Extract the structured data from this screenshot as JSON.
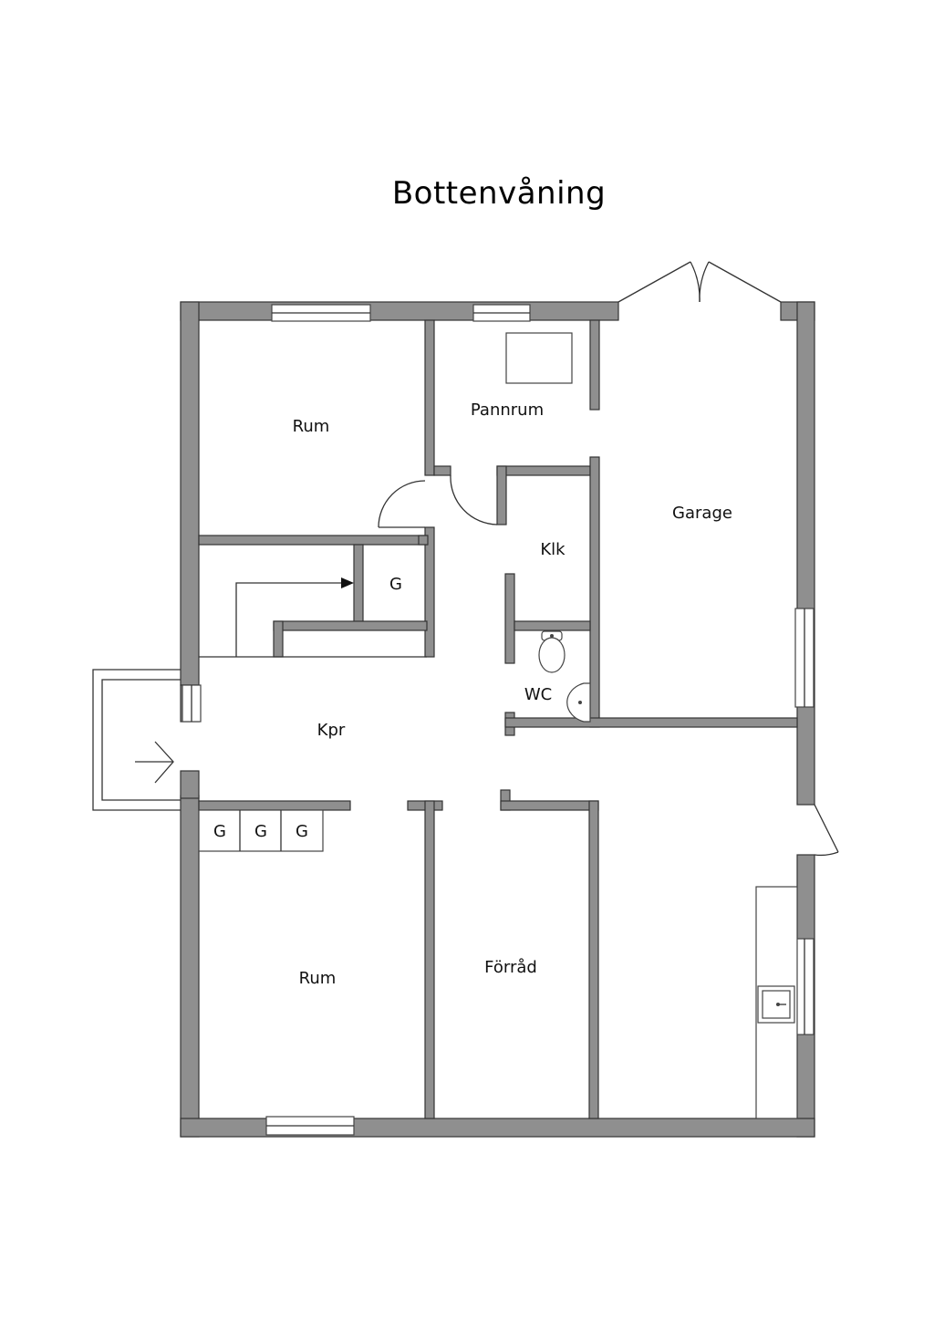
{
  "title": "Bottenvåning",
  "rooms": {
    "rum_upper": "Rum",
    "pannrum": "Pannrum",
    "garage": "Garage",
    "klk": "Klk",
    "g_small": "G",
    "wc": "WC",
    "kpr": "Kpr",
    "g1": "G",
    "g2": "G",
    "g3": "G",
    "rum_lower": "Rum",
    "forrad": "Förråd"
  }
}
